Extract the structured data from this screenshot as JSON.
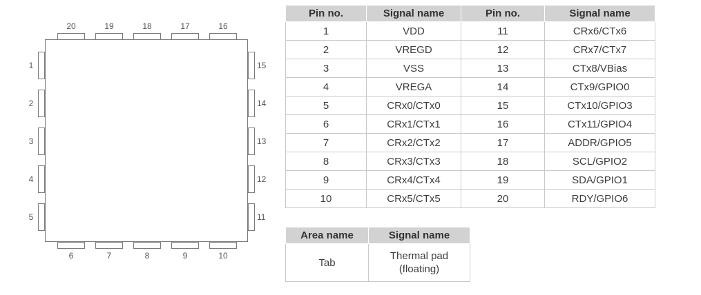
{
  "chip": {
    "pins_top": [
      "20",
      "19",
      "18",
      "17",
      "16"
    ],
    "pins_left": [
      "1",
      "2",
      "3",
      "4",
      "5"
    ],
    "pins_right": [
      "15",
      "14",
      "13",
      "12",
      "11"
    ],
    "pins_bottom": [
      "6",
      "7",
      "8",
      "9",
      "10"
    ]
  },
  "pin_table": {
    "headers": [
      "Pin no.",
      "Signal name",
      "Pin no.",
      "Signal name"
    ],
    "rows": [
      [
        "1",
        "VDD",
        "11",
        "CRx6/CTx6"
      ],
      [
        "2",
        "VREGD",
        "12",
        "CRx7/CTx7"
      ],
      [
        "3",
        "VSS",
        "13",
        "CTx8/VBias"
      ],
      [
        "4",
        "VREGA",
        "14",
        "CTx9/GPIO0"
      ],
      [
        "5",
        "CRx0/CTx0",
        "15",
        "CTx10/GPIO3"
      ],
      [
        "6",
        "CRx1/CTx1",
        "16",
        "CTx11/GPIO4"
      ],
      [
        "7",
        "CRx2/CTx2",
        "17",
        "ADDR/GPIO5"
      ],
      [
        "8",
        "CRx3/CTx3",
        "18",
        "SCL/GPIO2"
      ],
      [
        "9",
        "CRx4/CTx4",
        "19",
        "SDA/GPIO1"
      ],
      [
        "10",
        "CRx5/CTx5",
        "20",
        "RDY/GPIO6"
      ]
    ]
  },
  "area_table": {
    "headers": [
      "Area name",
      "Signal name"
    ],
    "rows": [
      [
        "Tab",
        "Thermal pad\n(floating)"
      ]
    ]
  },
  "colors": {
    "header_bg": "#d2d2d2",
    "table_border": "#c9c9c9",
    "body_text": "#3d3d3d",
    "chip_outline": "#7b7b7b",
    "pin_label_text": "#565656"
  }
}
